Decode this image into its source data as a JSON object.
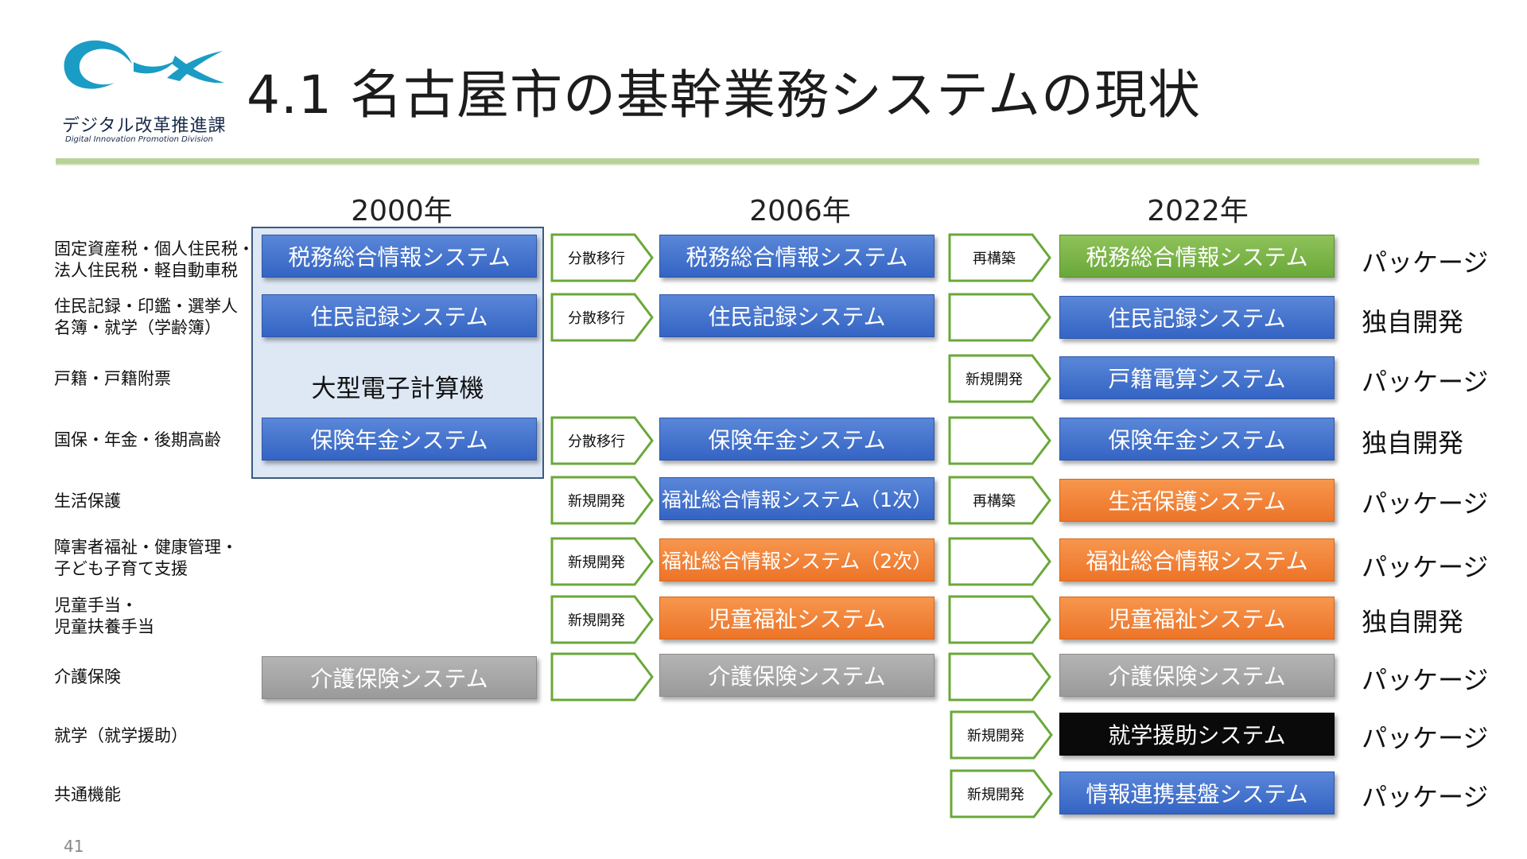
{
  "header": {
    "title": "4.1 名古屋市の基幹業務システムの現状",
    "logo_text_jp": "デジタル改革推進課",
    "logo_text_en": "Digital Innovation Promotion Division"
  },
  "years": [
    "2000年",
    "2006年",
    "2022年"
  ],
  "mainframe_label": "大型電子計算機",
  "rows": [
    {
      "label_lines": [
        "固定資産税・個人住民税・",
        "法人住民税・軽自動車税"
      ],
      "sys2000": "税務総合情報システム",
      "arrow1": "分散移行",
      "sys2006": "税務総合情報システム",
      "arrow2": "再構築",
      "sys2022": "税務総合情報システム",
      "type": "パッケージ"
    },
    {
      "label_lines": [
        "住民記録・印鑑・選挙人",
        "名簿・就学（学齢簿）"
      ],
      "sys2000": "住民記録システム",
      "arrow1": "分散移行",
      "sys2006": "住民記録システム",
      "arrow2": "",
      "sys2022": "住民記録システム",
      "type": "独自開発"
    },
    {
      "label_lines": [
        "戸籍・戸籍附票"
      ],
      "arrow2": "新規開発",
      "sys2022": "戸籍電算システム",
      "type": "パッケージ"
    },
    {
      "label_lines": [
        "国保・年金・後期高齢"
      ],
      "sys2000": "保険年金システム",
      "arrow1": "分散移行",
      "sys2006": "保険年金システム",
      "arrow2": "",
      "sys2022": "保険年金システム",
      "type": "独自開発"
    },
    {
      "label_lines": [
        "生活保護"
      ],
      "arrow1": "新規開発",
      "sys2006": "福祉総合情報システム（1次）",
      "arrow2": "再構築",
      "sys2022": "生活保護システム",
      "type": "パッケージ"
    },
    {
      "label_lines": [
        "障害者福祉・健康管理・",
        "子ども子育て支援"
      ],
      "arrow1": "新規開発",
      "sys2006": "福祉総合情報システム（2次）",
      "arrow2": "",
      "sys2022": "福祉総合情報システム",
      "type": "パッケージ"
    },
    {
      "label_lines": [
        "児童手当・",
        "児童扶養手当"
      ],
      "arrow1": "新規開発",
      "sys2006": "児童福祉システム",
      "arrow2": "",
      "sys2022": "児童福祉システム",
      "type": "独自開発"
    },
    {
      "label_lines": [
        "介護保険"
      ],
      "sys2000": "介護保険システム",
      "arrow1": "",
      "sys2006": "介護保険システム",
      "arrow2": "",
      "sys2022": "介護保険システム",
      "type": "パッケージ"
    },
    {
      "label_lines": [
        "就学（就学援助）"
      ],
      "arrow2": "新規開発",
      "sys2022": "就学援助システム",
      "type": "パッケージ"
    },
    {
      "label_lines": [
        "共通機能"
      ],
      "arrow2": "新規開発",
      "sys2022": "情報連携基盤システム",
      "type": "パッケージ"
    }
  ],
  "colors": {
    "blue": "#3f6fcf",
    "green": "#77b146",
    "orange": "#f07f32",
    "gray": "#a6a6a6",
    "black": "#000000",
    "arrow_border": "#6aa83a",
    "rule": "#b8d29a"
  },
  "page_number": "41"
}
